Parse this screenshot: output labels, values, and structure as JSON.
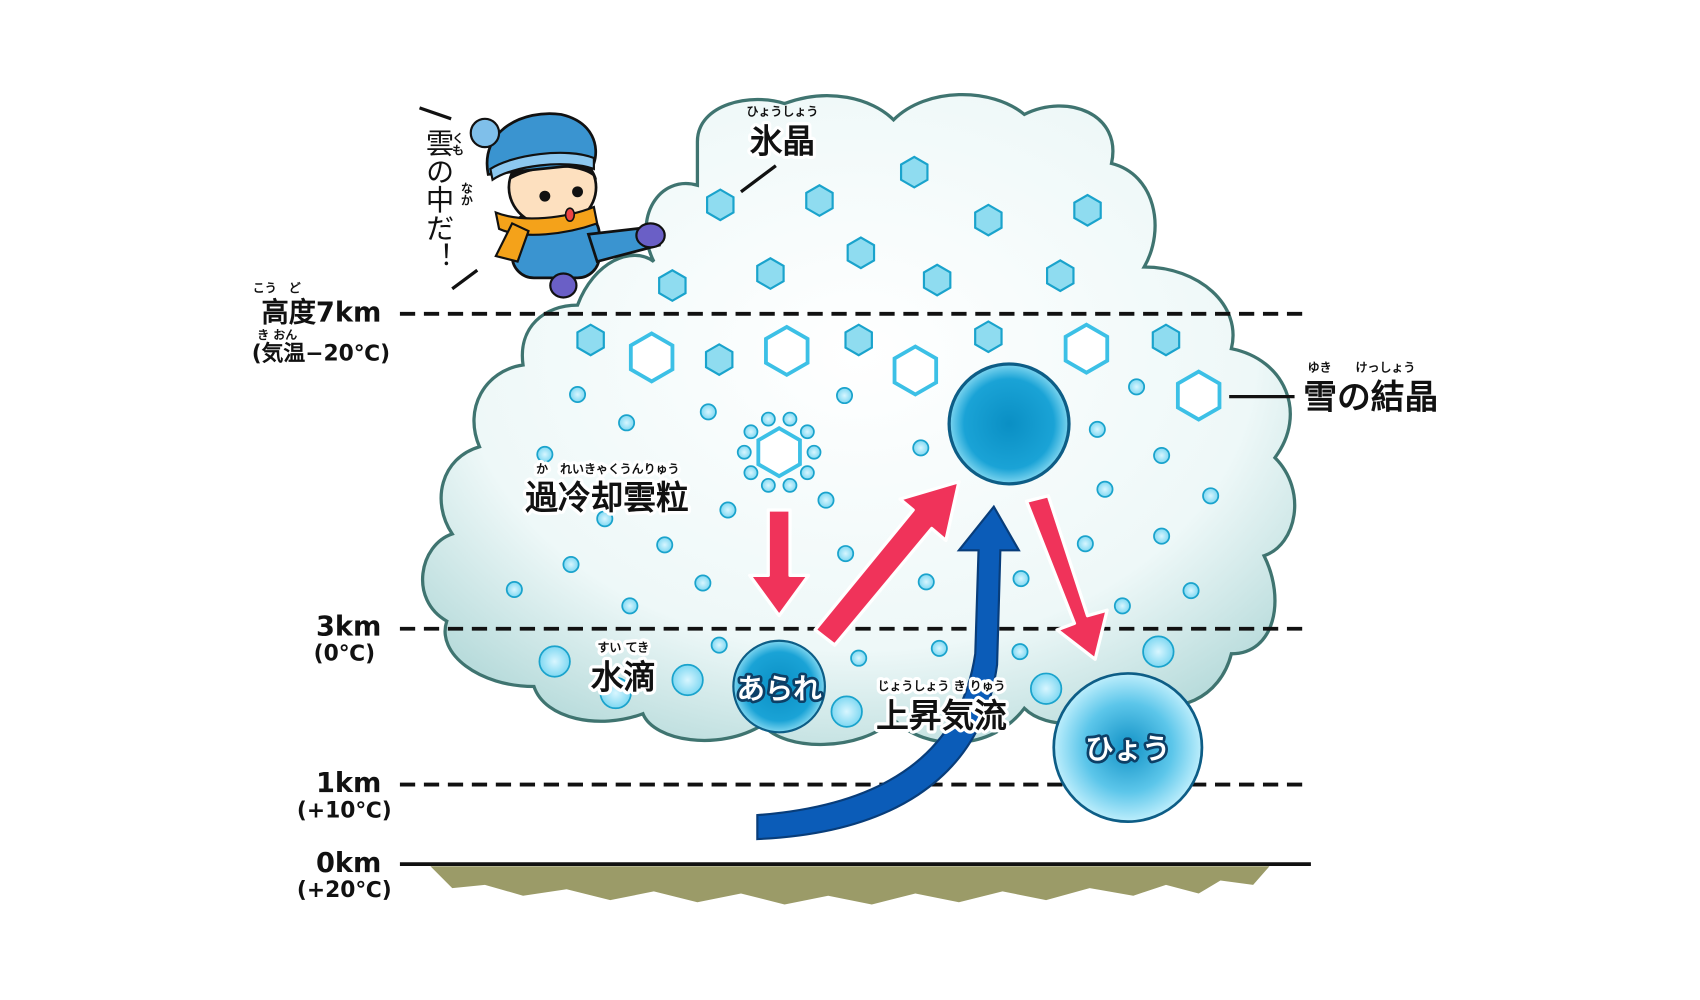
{
  "altitudes": [
    {
      "label": "高度7km",
      "ruby": "こう　ど",
      "temp": "(気温−20℃)",
      "temp_ruby": "き おん"
    },
    {
      "label": "3km",
      "temp": "(0℃)"
    },
    {
      "label": "1km",
      "temp": "(+10℃)"
    },
    {
      "label": "0km",
      "temp": "(+20℃)"
    }
  ],
  "labels": {
    "ice_crystal": "氷晶",
    "ice_crystal_ruby": "ひょうしょう",
    "snow_crystal": "雪の結晶",
    "snow_crystal_ruby": "ゆき　　けっしょう",
    "supercooled": "過冷却雲粒",
    "supercooled_ruby": "か　れいきゃくうんりゅう",
    "water_drop": "水滴",
    "water_drop_ruby": "すい てき",
    "graupel": "あられ",
    "updraft": "上昇気流",
    "updraft_ruby": "じょうしょう き りゅう",
    "hail": "ひょう"
  },
  "speech": {
    "text": "雲の中だ！",
    "ruby_kumo": "くも",
    "ruby_naka": "なか"
  },
  "colors": {
    "cloud_edge": "#3f7470",
    "cloud_fill": "#e6f4f4",
    "particle": "#8fdcf0",
    "particle_stroke": "#1aa3cc",
    "red_arrow": "#f0335a",
    "blue_arrow": "#0b5cb8",
    "ground": "#9b9b68"
  }
}
